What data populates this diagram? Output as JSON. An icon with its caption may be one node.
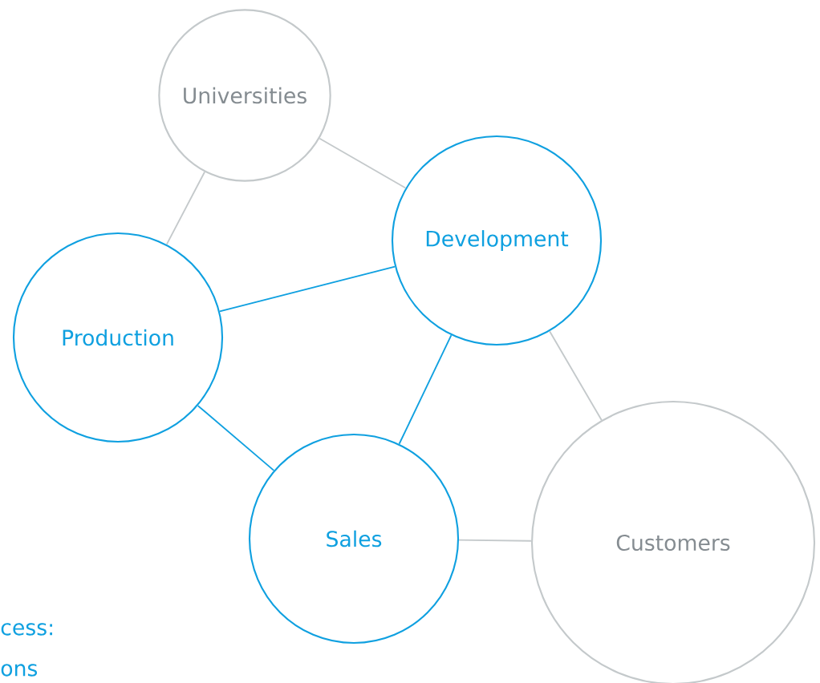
{
  "diagram": {
    "nodes": [
      {
        "text": [
          "Universities"
        ]
      },
      {
        "text": [
          "Development"
        ]
      },
      {
        "text": [
          "Production"
        ]
      },
      {
        "text": [
          "Sales"
        ]
      },
      {
        "text": [
          "Customers"
        ]
      }
    ],
    "edges": [
      {
        "from": 0,
        "to": 1,
        "arrow": "none",
        "color": "#c4c9cb"
      },
      {
        "from": 0,
        "to": 2,
        "arrow": "none",
        "color": "#c4c9cb"
      },
      {
        "from": 2,
        "to": 1,
        "arrow": "none",
        "color": "#0fa0e0"
      },
      {
        "from": 1,
        "to": 3,
        "arrow": "none",
        "color": "#0fa0e0"
      },
      {
        "from": 2,
        "to": 3,
        "arrow": "none",
        "color": "#0fa0e0"
      },
      {
        "from": 1,
        "to": 4,
        "arrow": "none",
        "color": "#c4c9cb"
      },
      {
        "from": 3,
        "to": 4,
        "arrow": "none",
        "color": "#c4c9cb"
      }
    ],
    "labels": [
      "cess:",
      "ons"
    ]
  }
}
